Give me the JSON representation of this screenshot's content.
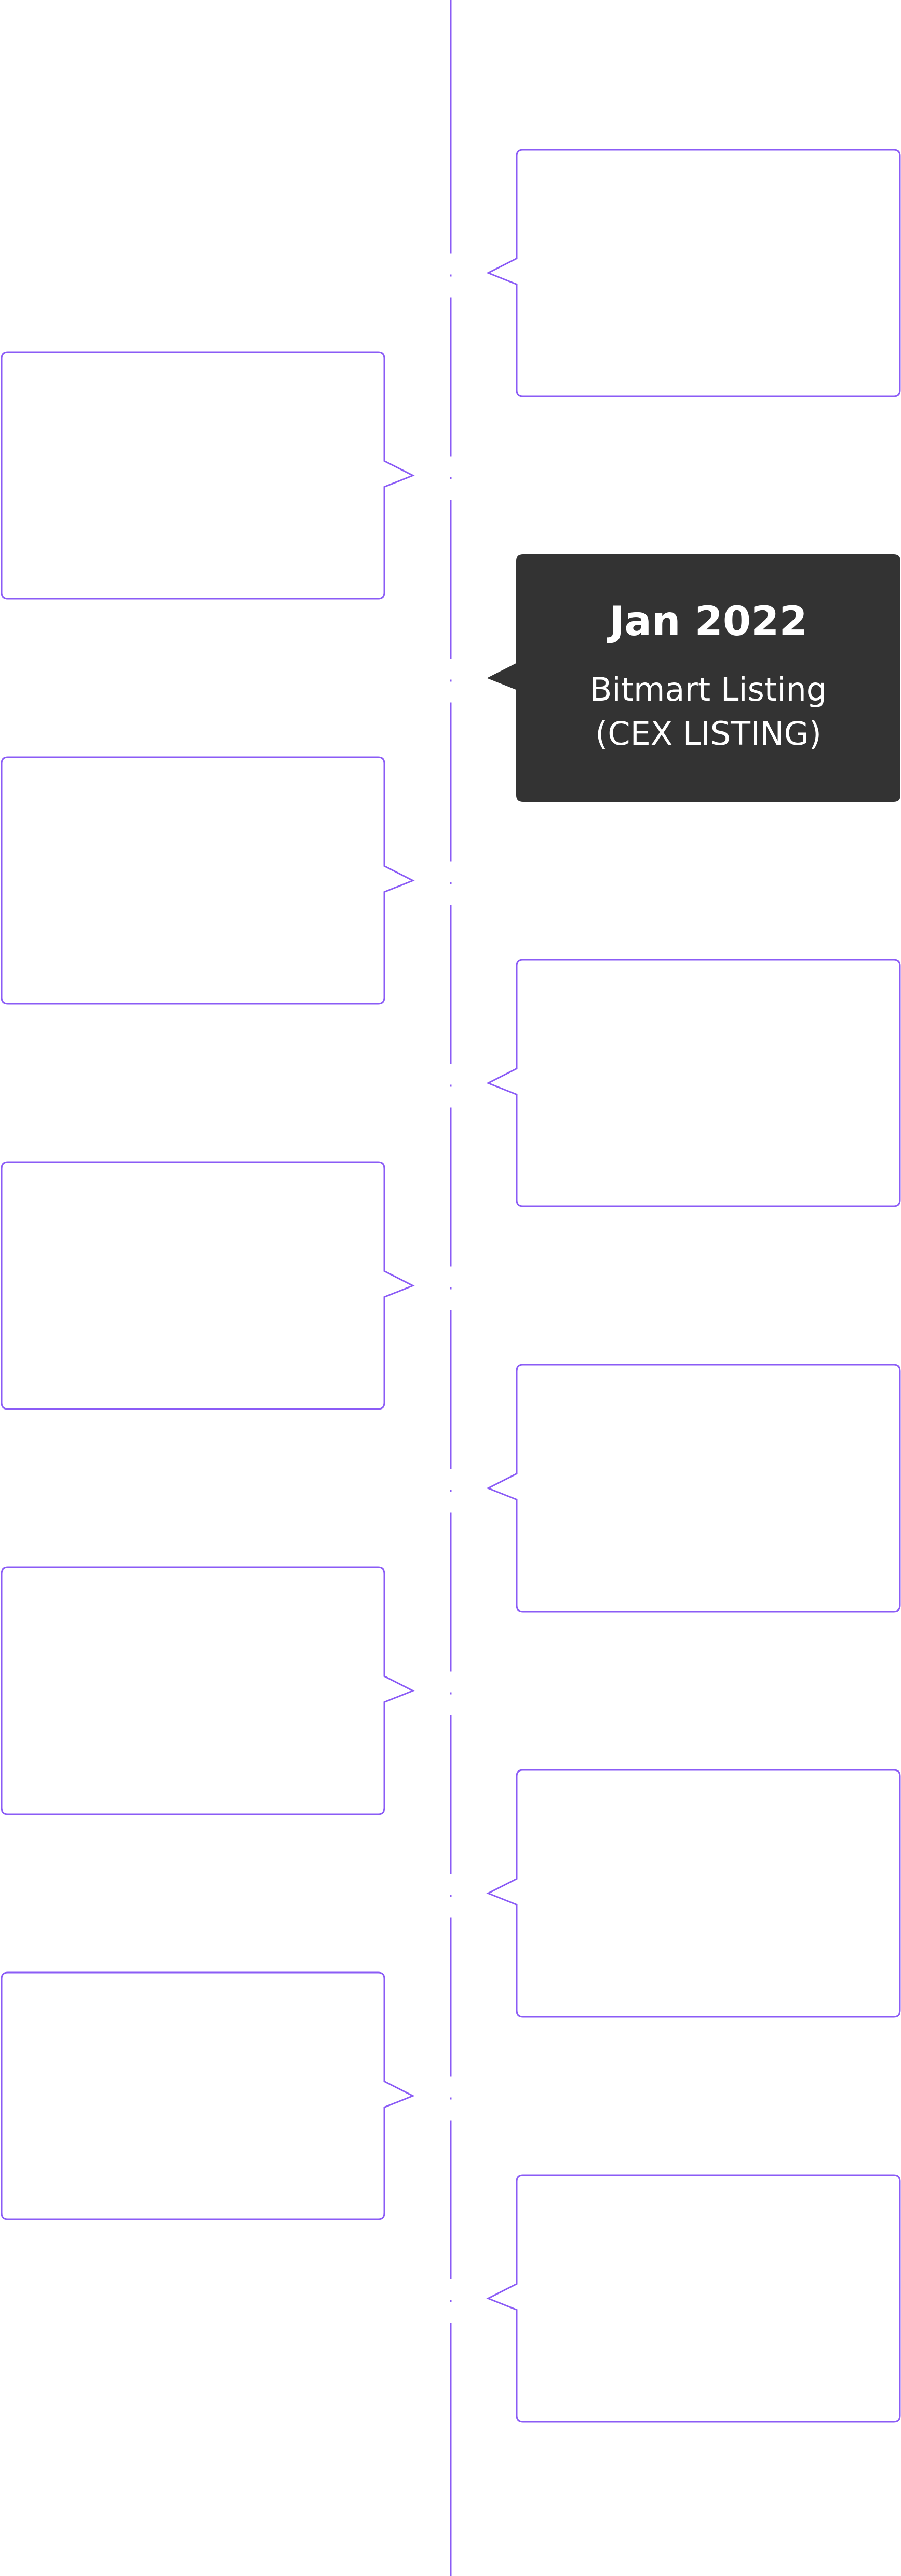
{
  "timeline": {
    "line_color": "#8b5cf6",
    "filled_card_color": "#333333",
    "filled_text_color": "#ffffff",
    "events": [
      {
        "side": "right",
        "filled": false,
        "date": "",
        "title": "",
        "subtitle": ""
      },
      {
        "side": "left",
        "filled": false,
        "date": "",
        "title": "",
        "subtitle": ""
      },
      {
        "side": "right",
        "filled": true,
        "date": "Jan 2022",
        "title": "Bitmart Listing",
        "subtitle": "(CEX LISTING)"
      },
      {
        "side": "left",
        "filled": false,
        "date": "",
        "title": "",
        "subtitle": ""
      },
      {
        "side": "right",
        "filled": false,
        "date": "",
        "title": "",
        "subtitle": ""
      },
      {
        "side": "left",
        "filled": false,
        "date": "",
        "title": "",
        "subtitle": ""
      },
      {
        "side": "right",
        "filled": false,
        "date": "",
        "title": "",
        "subtitle": ""
      },
      {
        "side": "left",
        "filled": false,
        "date": "",
        "title": "",
        "subtitle": ""
      },
      {
        "side": "right",
        "filled": false,
        "date": "",
        "title": "",
        "subtitle": ""
      },
      {
        "side": "left",
        "filled": false,
        "date": "",
        "title": "",
        "subtitle": ""
      },
      {
        "side": "right",
        "filled": false,
        "date": "",
        "title": "",
        "subtitle": ""
      }
    ]
  }
}
